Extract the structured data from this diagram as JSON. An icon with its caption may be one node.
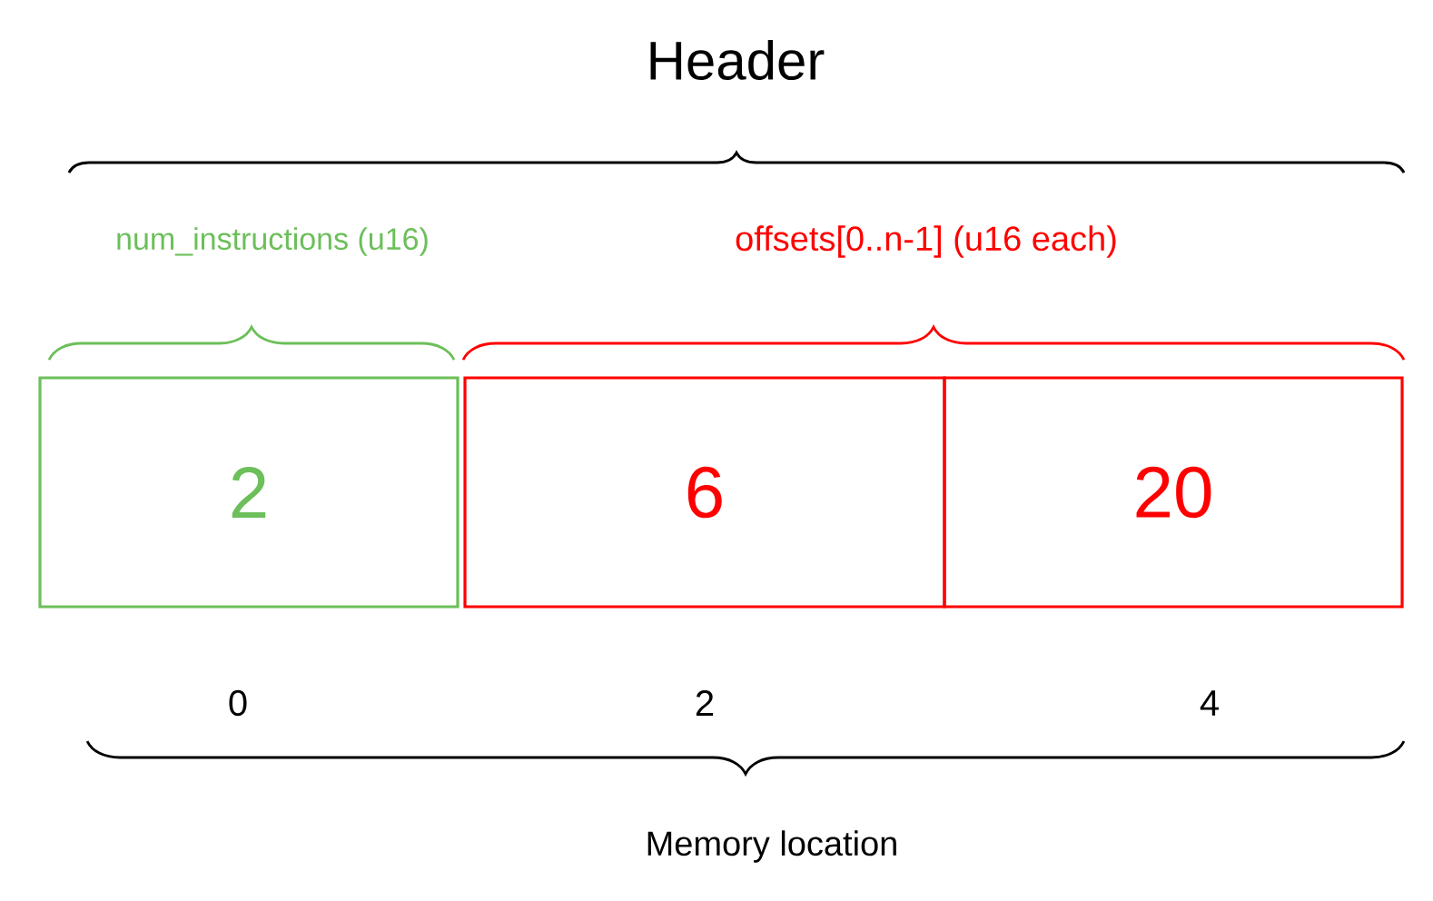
{
  "diagram": {
    "nodes": [
      {
        "text": [
          "2"
        ]
      },
      {
        "text": [
          "6"
        ]
      },
      {
        "text": [
          "20"
        ]
      }
    ],
    "labels": [
      "Header",
      "num_instructions (u16)",
      "offsets[0..n-1] (u16 each)",
      "0",
      "2",
      "4",
      "Memory location"
    ]
  }
}
